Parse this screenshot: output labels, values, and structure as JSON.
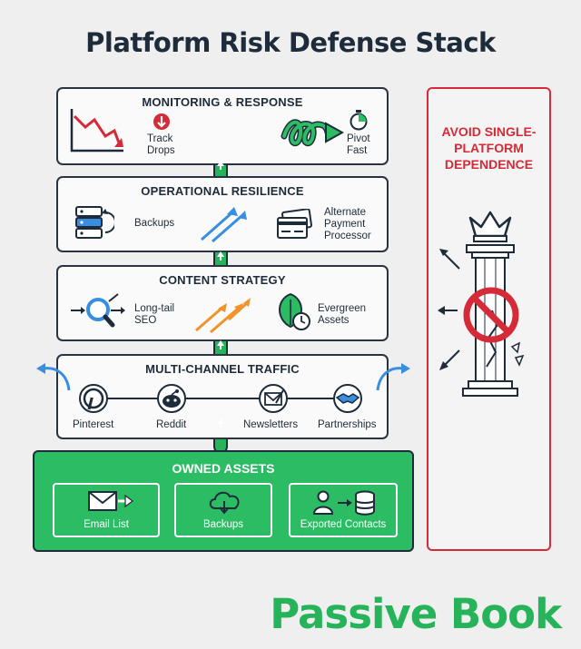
{
  "title": "Platform Risk Defense Stack",
  "colors": {
    "green": "#27b35a",
    "red": "#d52a37",
    "navy": "#1d2b3a",
    "blue": "#3a8ee0",
    "orange": "#f0932b"
  },
  "layers": {
    "monitoring": {
      "title": "MONITORING & RESPONSE",
      "items": [
        "Track Drops",
        "Pivot Fast"
      ]
    },
    "resilience": {
      "title": "OPERATIONAL RESILIENCE",
      "items": [
        "Backups",
        "Alternate Payment Processor"
      ]
    },
    "content": {
      "title": "CONTENT STRATEGY",
      "items": [
        "Long-tail SEO",
        "Evergreen Assets"
      ]
    },
    "traffic": {
      "title": "MULTI-CHANNEL TRAFFIC",
      "items": [
        "Pinterest",
        "Reddit",
        "Newsletters",
        "Partnerships"
      ]
    }
  },
  "owned": {
    "title": "OWNED ASSETS",
    "items": [
      "Email List",
      "Backups",
      "Exported Contacts"
    ]
  },
  "avoid": {
    "title": "AVOID SINGLE-PLATFORM DEPENDENCE"
  },
  "brand": "Passive Book",
  "icons": [
    "declining-chart-icon",
    "down-arrow-icon",
    "loop-arrow-icon",
    "stopwatch-icon",
    "server-backup-icon",
    "up-arrows-icon",
    "credit-card-icon",
    "magnifier-icon",
    "rising-arrows-icon",
    "leaf-clock-icon",
    "pinterest-icon",
    "reddit-icon",
    "newsletter-icon",
    "handshake-icon",
    "envelope-icon",
    "cloud-download-icon",
    "person-database-icon",
    "crowned-pillar-icon",
    "prohibited-icon"
  ]
}
